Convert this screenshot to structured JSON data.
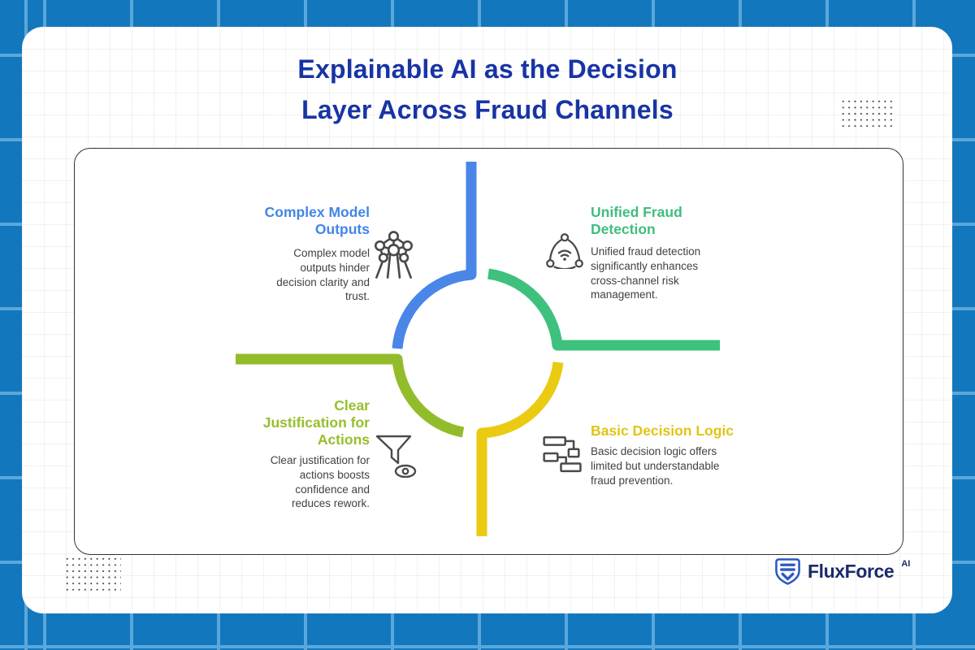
{
  "title": "Explainable AI as the Decision\nLayer Across Fraud Channels",
  "brand": {
    "name": "FluxForce",
    "suffix": "AI"
  },
  "colors": {
    "page_background": "#1377BD",
    "grid_line": "#5AA7DB",
    "title_text": "#1834A4",
    "body_text": "#414141",
    "icon_stroke": "#4A4A4A",
    "card_border": "#333333",
    "ring_blue": "#4A86E8",
    "ring_green": "#3EC17D",
    "ring_olive": "#93BC2B",
    "ring_yellow": "#EACB11",
    "logo_blue": "#2B59C3",
    "logo_text": "#1B2B6B"
  },
  "quadrants": [
    {
      "position": "top-left",
      "heading": "Complex Model\nOutputs",
      "heading_color": "#4285E8",
      "body": "Complex model\noutputs hinder\ndecision clarity and\ntrust.",
      "icon": "molecule-team-icon"
    },
    {
      "position": "top-right",
      "heading": "Unified Fraud\nDetection",
      "heading_color": "#3FBD7C",
      "body": "Unified fraud detection\nsignificantly enhances\ncross-channel risk\nmanagement.",
      "icon": "broadcast-network-icon"
    },
    {
      "position": "bottom-left",
      "heading": "Clear\nJustification for\nActions",
      "heading_color": "#97BE2B",
      "body": "Clear justification for\nactions boosts\nconfidence and\nreduces rework.",
      "icon": "funnel-eye-icon"
    },
    {
      "position": "bottom-right",
      "heading": "Basic Decision Logic",
      "heading_color": "#E2C414",
      "body": "Basic decision logic offers\nlimited but understandable\nfraud prevention.",
      "icon": "flowchart-icon"
    }
  ]
}
